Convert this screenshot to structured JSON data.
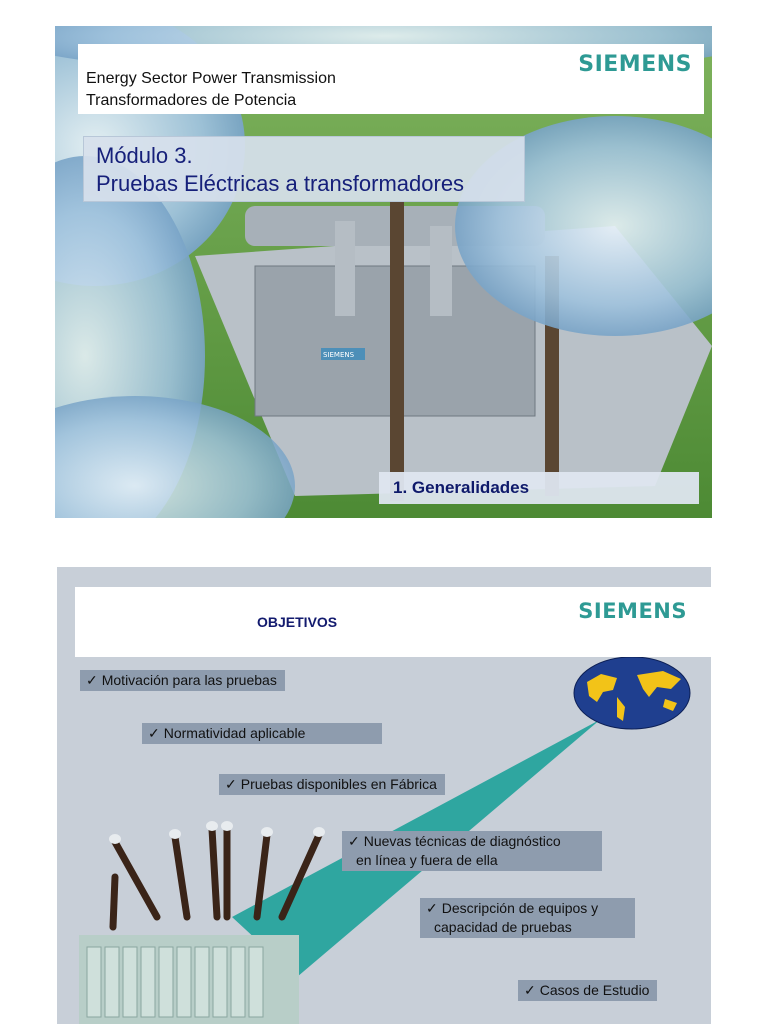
{
  "slide1": {
    "header_line1": "Energy Sector Power Transmission",
    "header_line2": "Transformadores de Potencia",
    "logo": "SIEMENS",
    "title_line1": "Módulo 3.",
    "title_line2": "Pruebas Eléctricas a transformadores",
    "section": "1. Generalidades",
    "transformer_plate": "SIEMENS"
  },
  "slide2": {
    "title": "OBJETIVOS",
    "logo": "SIEMENS",
    "check_icon": "✓",
    "items": [
      "Motivación para las pruebas",
      "Normatividad aplicable",
      "Pruebas disponibles en Fábrica",
      "Nuevas técnicas de diagnóstico",
      "en línea y fuera de ella",
      "Descripción de equipos y",
      "capacidad de pruebas",
      "Casos de Estudio"
    ],
    "colors": {
      "accent": "#2e9a94",
      "item_bg": "#8e9cae",
      "background": "#c8cfd8"
    }
  }
}
